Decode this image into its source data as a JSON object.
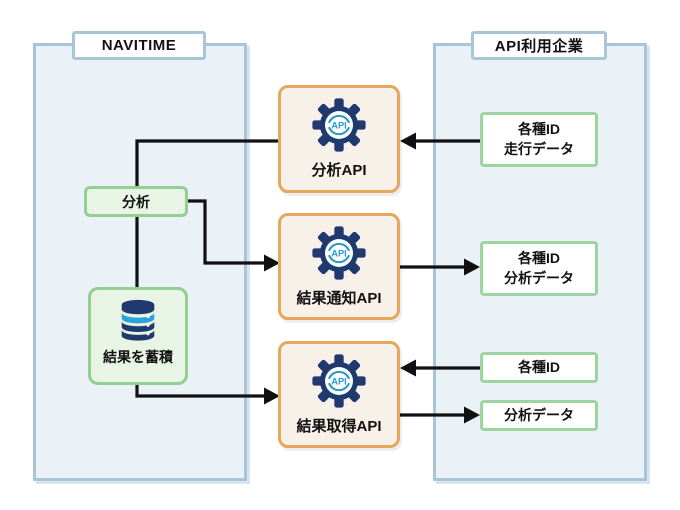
{
  "navitime": {
    "label": "NAVITIME",
    "analysis_label": "分析",
    "storage_label": "結果を蓄積"
  },
  "partner": {
    "label": "API利用企業",
    "box1": {
      "line1": "各種ID",
      "line2": "走行データ"
    },
    "box2": {
      "line1": "各種ID",
      "line2": "分析データ"
    },
    "box3": {
      "label": "各種ID"
    },
    "box4": {
      "label": "分析データ"
    }
  },
  "apis": [
    {
      "label": "分析API"
    },
    {
      "label": "結果通知API"
    },
    {
      "label": "結果取得API"
    }
  ],
  "icons": {
    "api_gear_label": "API",
    "gear_icon_name": "api-gear-icon",
    "database_icon_name": "database-icon"
  },
  "colors": {
    "container_fill": "#eaf1f7",
    "container_border": "#a9c6d9",
    "api_box_fill": "#f8f1e9",
    "api_box_border": "#e7a55e",
    "green_fill": "#e8f4e4",
    "green_border": "#94cf92",
    "white_box_border": "#9dd5a0",
    "icon_navy": "#203a6f",
    "icon_blue": "#2a97d4",
    "connector": "#111111"
  }
}
